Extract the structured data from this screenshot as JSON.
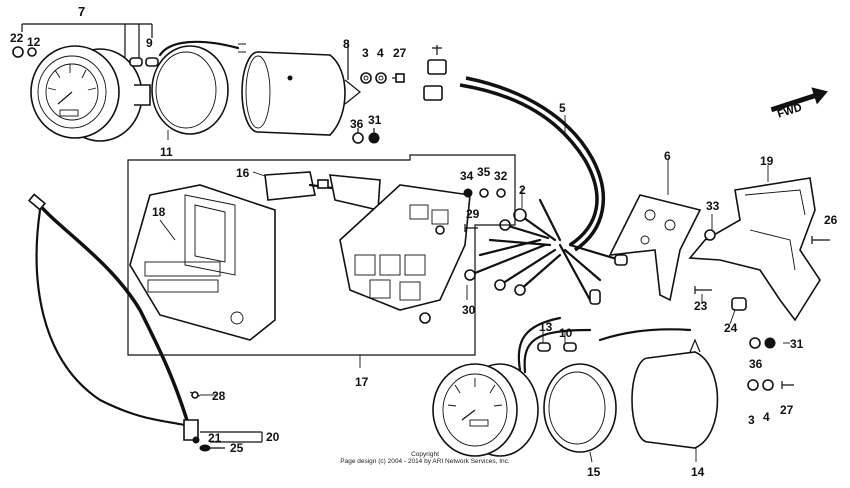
{
  "footer": {
    "line1": "Copyright",
    "line2": "Page design (c) 2004 - 2014 by ARI Network Services, Inc."
  },
  "direction_label": "FWD",
  "callouts": {
    "c2": "2",
    "c3a": "3",
    "c4a": "4",
    "c27a": "27",
    "c3b": "3",
    "c4b": "4",
    "c27b": "27",
    "c5": "5",
    "c6": "6",
    "c7": "7",
    "c8": "8",
    "c9": "9",
    "c10": "10",
    "c11": "11",
    "c12": "12",
    "c13": "13",
    "c14": "14",
    "c15": "15",
    "c16": "16",
    "c17": "17",
    "c18": "18",
    "c19": "19",
    "c20": "20",
    "c21": "21",
    "c22": "22",
    "c23": "23",
    "c24": "24",
    "c25": "25",
    "c26": "26",
    "c28": "28",
    "c29": "29",
    "c30": "30",
    "c31a": "31",
    "c31b": "31",
    "c32": "32",
    "c33": "33",
    "c34": "34",
    "c35": "35",
    "c36a": "36",
    "c36b": "36"
  }
}
